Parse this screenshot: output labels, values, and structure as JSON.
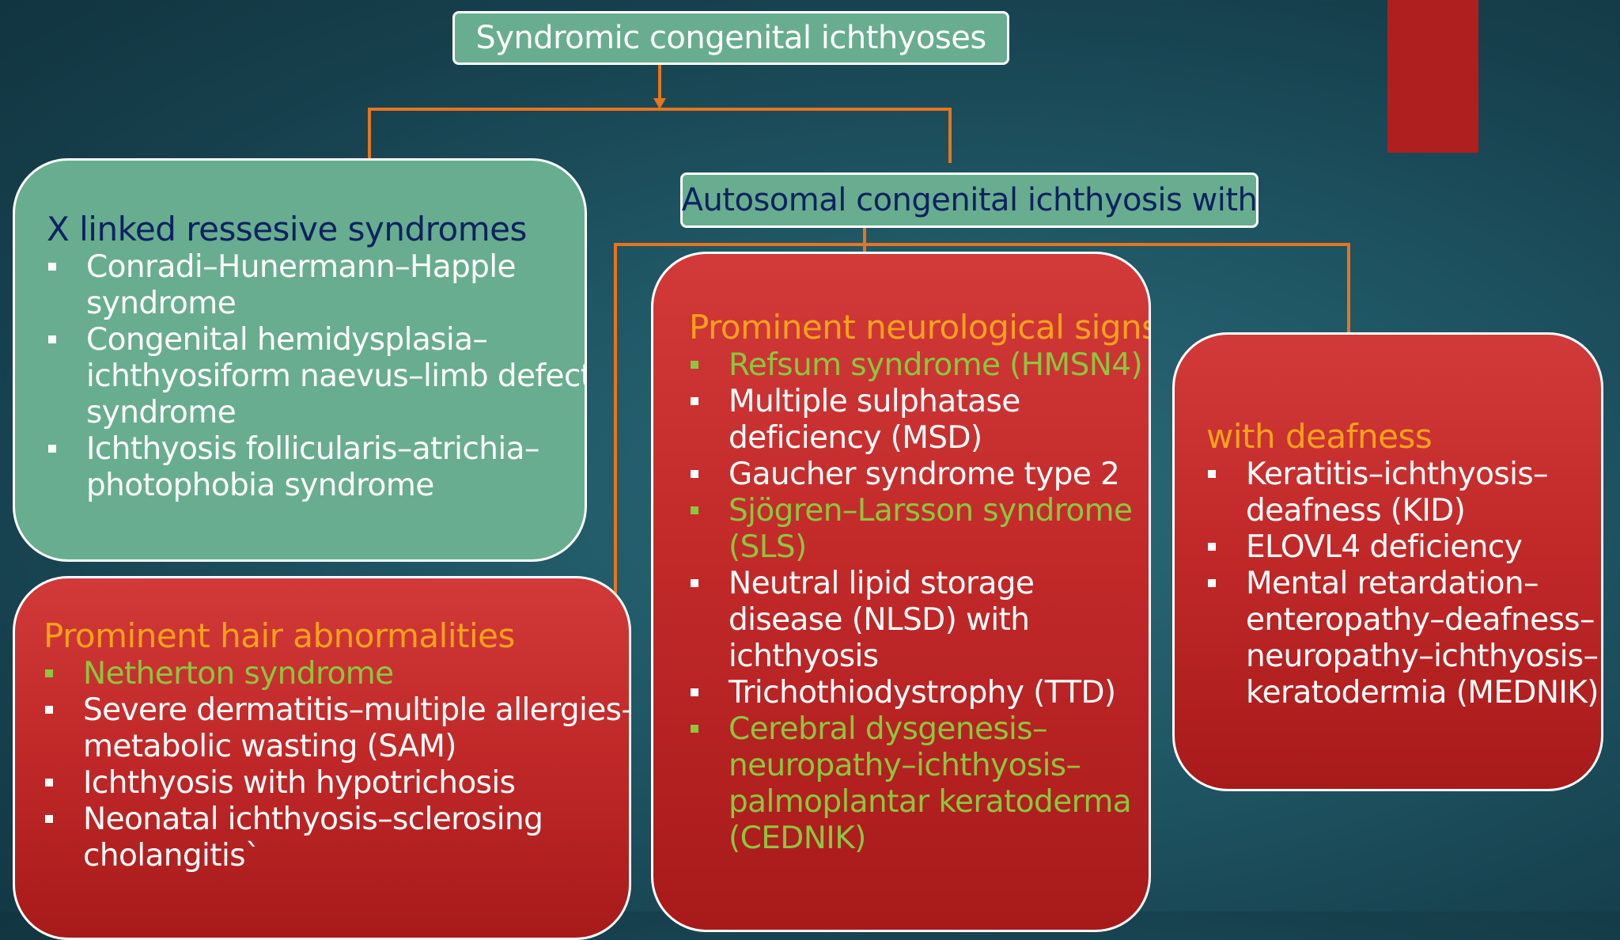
{
  "title": "Syndromic congenital ichthyoses",
  "subtitle": "Autosomal congenital ichthyosis with",
  "x_linked": {
    "heading": "X linked ressesive syndromes",
    "items": [
      "Conradi–Hunermann–Happle",
      "syndrome",
      "Congenital hemidysplasia–",
      "ichthyosiform naevus–limb defect",
      "syndrome",
      "Ichthyosis follicularis–atrichia–",
      "photophobia syndrome"
    ]
  },
  "hair": {
    "heading": "Prominent hair abnormalities",
    "items": [
      "Netherton syndrome",
      "Severe dermatitis–multiple allergies–",
      "metabolic wasting (SAM)",
      "Ichthyosis with hypotrichosis",
      "Neonatal ichthyosis–sclerosing",
      "cholangitis`"
    ]
  },
  "neuro": {
    "heading": "Prominent neurological signs",
    "items": [
      "Refsum syndrome (HMSN4)",
      "Multiple sulphatase",
      "deficiency (MSD)",
      "Gaucher syndrome type 2",
      "Sjögren–Larsson syndrome",
      "(SLS)",
      "Neutral lipid storage",
      "disease (NLSD) with",
      "ichthyosis",
      "Trichothiodystrophy (TTD)",
      "Cerebral dysgenesis–",
      "neuropathy–ichthyosis–",
      "palmoplantar keratoderma",
      "(CEDNIK)"
    ]
  },
  "deaf": {
    "heading": "with deafness",
    "items": [
      "Keratitis–ichthyosis–",
      "deafness (KID)",
      "ELOVL4 deficiency",
      "Mental retardation–",
      "enteropathy–deafness–",
      "neuropathy–ichthyosis–",
      "keratodermia (MEDNIK)"
    ]
  },
  "colors": {
    "green_panel": "#68ad8f",
    "red_panel": "#c02828",
    "connector": "#e8741e",
    "heading_yellow": "#f8a21b",
    "highlight_green": "#8dc63f",
    "navy_text": "#0e2260"
  }
}
